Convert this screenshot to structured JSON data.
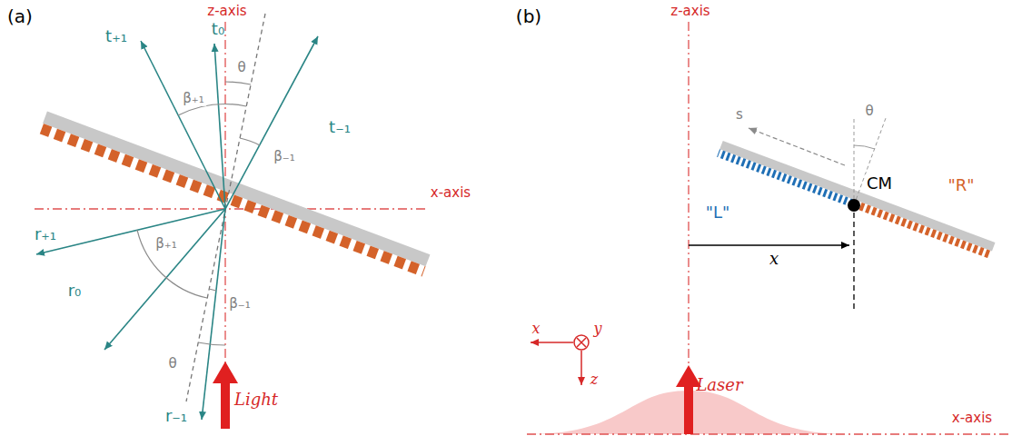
{
  "diagram": {
    "labels": [
      "(a)",
      "z-axis",
      "x-axis",
      "t₀",
      "t₊₁",
      "t₋₁",
      "θ",
      "β₊₁",
      "β₋₁",
      "r₊₁",
      "r₀",
      "r₋₁",
      "θ",
      "β₊₁",
      "β₋₁",
      "Light",
      "(b)",
      "z-axis",
      "s",
      "θ",
      "CM",
      "\"L\"",
      "\"R\"",
      "x",
      "x",
      "y",
      "z",
      "Laser",
      "x-axis"
    ]
  }
}
